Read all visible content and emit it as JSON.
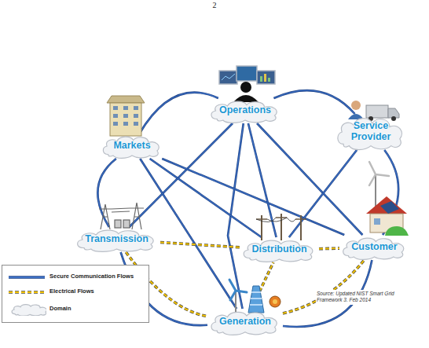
{
  "diagram": {
    "nodes": [
      {
        "text": [
          "Operations"
        ]
      },
      {
        "text": [
          "Markets"
        ]
      },
      {
        "text": [
          "Service Provider"
        ]
      },
      {
        "text": [
          "Transmission"
        ]
      },
      {
        "text": [
          "Distribution"
        ]
      },
      {
        "text": [
          "Customer"
        ]
      },
      {
        "text": [
          "Generation"
        ]
      }
    ],
    "edges": [
      {
        "from": 1,
        "to": 0,
        "arrow": "none"
      },
      {
        "from": 0,
        "to": 2,
        "arrow": "none"
      },
      {
        "from": 2,
        "to": 5,
        "arrow": "none"
      },
      {
        "from": 5,
        "to": 6,
        "arrow": "none"
      },
      {
        "from": 6,
        "to": 3,
        "arrow": "none"
      },
      {
        "from": 3,
        "to": 1,
        "arrow": "none"
      },
      {
        "from": 0,
        "to": 3,
        "arrow": "none"
      },
      {
        "from": 0,
        "to": 4,
        "arrow": "none"
      },
      {
        "from": 0,
        "to": 6,
        "arrow": "none"
      },
      {
        "from": 0,
        "to": 5,
        "arrow": "none"
      },
      {
        "from": 1,
        "to": 4,
        "arrow": "none"
      },
      {
        "from": 1,
        "to": 5,
        "arrow": "none"
      },
      {
        "from": 1,
        "to": 6,
        "arrow": "none"
      },
      {
        "from": 2,
        "to": 4,
        "arrow": "none"
      },
      {
        "from": 3,
        "to": 4,
        "arrow": "none"
      },
      {
        "from": 3,
        "to": 6,
        "arrow": "none"
      },
      {
        "from": 4,
        "to": 5,
        "arrow": "none"
      },
      {
        "from": 6,
        "to": 4,
        "arrow": "none"
      },
      {
        "from": 6,
        "to": 5,
        "arrow": "none"
      }
    ],
    "labels": [
      "2",
      "Source: Updated NIST Smart Grid Framework 3. Feb 2014"
    ],
    "legend": [
      {
        "text": "Secure Communication Flows"
      },
      {
        "text": "Electrical Flows"
      },
      {
        "text": "Domain"
      }
    ]
  }
}
